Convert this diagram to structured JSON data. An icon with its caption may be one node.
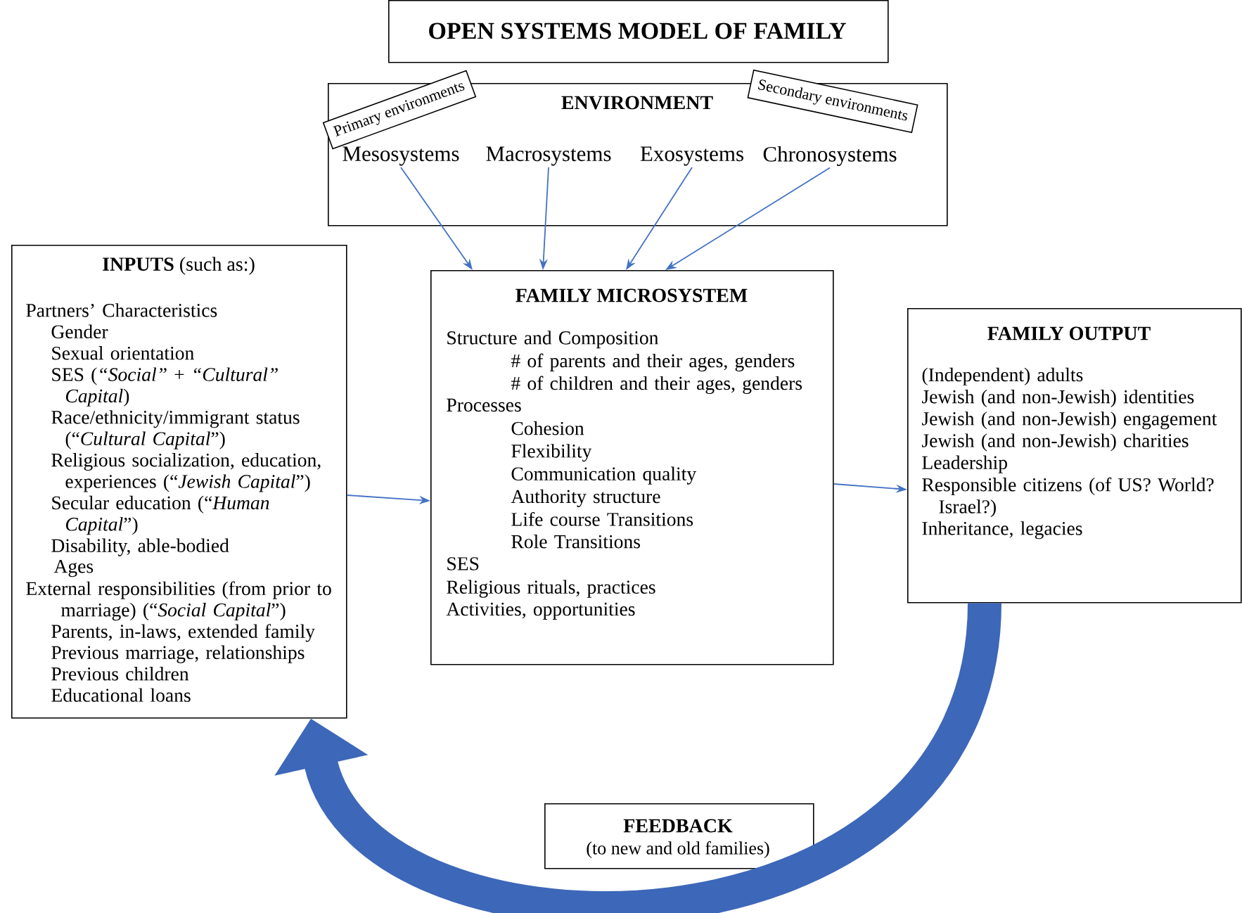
{
  "diagram": {
    "nodes": [
      {
        "text": [
          "OPEN SYSTEMS MODEL OF FAMILY"
        ]
      },
      {
        "text": [
          "ENVIRONMENT"
        ]
      },
      {
        "text": [
          "Primary environments"
        ]
      },
      {
        "text": [
          "Secondary environments"
        ]
      },
      {
        "text": [
          "Mesosystems"
        ],
        "in": 1
      },
      {
        "text": [
          "Macrosystems"
        ],
        "in": 1
      },
      {
        "text": [
          "Exosystems"
        ],
        "in": 1
      },
      {
        "text": [
          "Chronosystems"
        ],
        "in": 1
      },
      {
        "text": [
          "**INPUTS** (such as:)",
          "Partners’ Characteristics",
          "Gender",
          "Sexual orientation",
          "SES (*“Social”* + *“Cultural” Capital*)",
          "Race/ethnicity/immigrant status (“*Cultural Capital*”)",
          "Religious socialization, education, experiences (“*Jewish Capital*”)",
          "Secular education (“*Human Capital*”)",
          "Disability, able-bodied",
          "Ages",
          "External responsibilities (from prior to marriage) (“*Social Capital*”)",
          "Parents, in-laws, extended family",
          "Previous marriage, relationships",
          "Previous children",
          "Educational loans"
        ]
      },
      {
        "text": [
          "FAMILY MICROSYSTEM",
          "Structure and Composition",
          "# of parents and their ages, genders",
          "# of children and their ages, genders",
          "Processes",
          "Cohesion",
          "Flexibility",
          "Communication quality",
          "Authority structure",
          "Life course Transitions",
          "Role Transitions",
          "SES",
          "Religious rituals, practices",
          "Activities, opportunities"
        ]
      },
      {
        "text": [
          "FAMILY OUTPUT",
          "(Independent) adults",
          "Jewish (and non-Jewish) identities",
          "Jewish (and non-Jewish) engagement",
          "Jewish (and non-Jewish) charities",
          "Leadership",
          "Responsible citizens (of US? World? Israel?)",
          "Inheritance, legacies"
        ]
      },
      {
        "text": [
          "FEEDBACK",
          "(to new and old families)"
        ]
      }
    ],
    "edges": [
      {
        "from": 4,
        "to": 9,
        "arrow": "to"
      },
      {
        "from": 5,
        "to": 9,
        "arrow": "to"
      },
      {
        "from": 6,
        "to": 9,
        "arrow": "to"
      },
      {
        "from": 7,
        "to": 9,
        "arrow": "to"
      },
      {
        "from": 8,
        "to": 9,
        "arrow": "to"
      },
      {
        "from": 9,
        "to": 10,
        "arrow": "to"
      },
      {
        "from": 10,
        "to": 8,
        "arrow": "to",
        "style": "thick"
      }
    ]
  }
}
